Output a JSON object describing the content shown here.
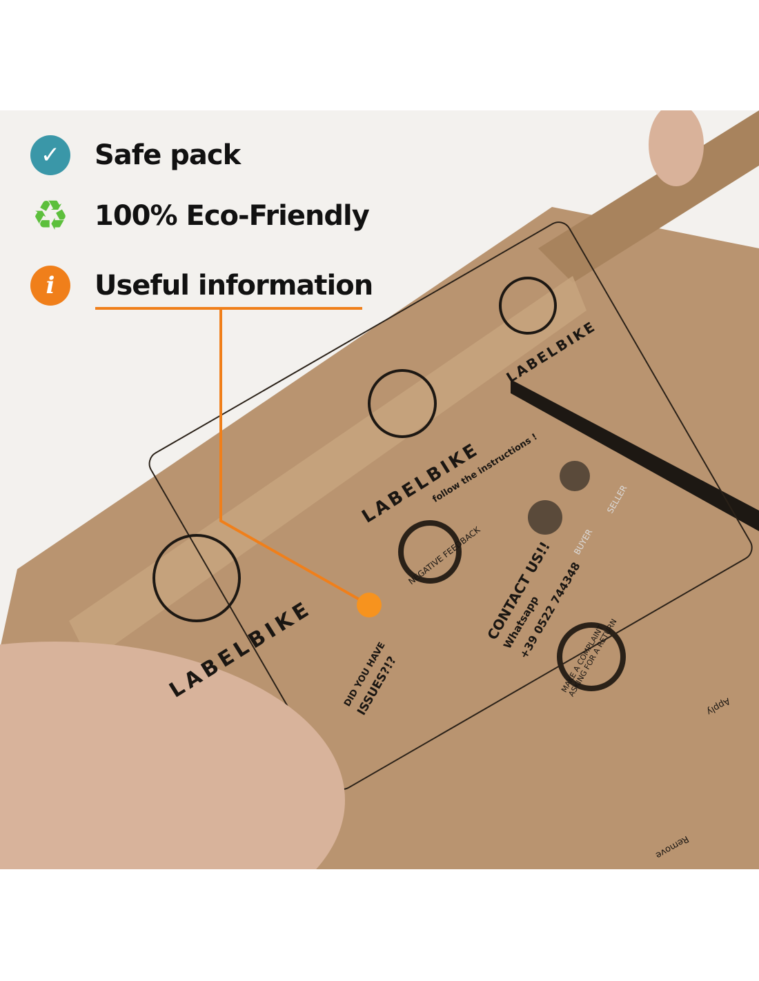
{
  "features": [
    {
      "label": "Safe pack",
      "icon": "check-circle-icon",
      "color": "#3a97a8"
    },
    {
      "label": "100% Eco-Friendly",
      "icon": "recycle-icon",
      "color": "#5cbf3c"
    },
    {
      "label": "Useful information",
      "icon": "info-icon",
      "color": "#f07f1a"
    }
  ],
  "accent_color": "#f07f1a",
  "box_print": {
    "brand": "LABELBIKE",
    "tagline": "follow the instructions !",
    "negative_feedback": "NEGATIVE FEEDBACK",
    "contact": "CONTACT US!!",
    "whatsapp": "Whatsapp",
    "phone": "+39 0522 744348",
    "complaint": "MAKE A COMPLAINT ASKING FOR A RETURN",
    "issues_line1": "DID YOU HAVE",
    "issues_line2": "ISSUES?!?",
    "buyer": "BUYER",
    "seller": "SELLER",
    "apply": "Apply",
    "remove": "Remove"
  }
}
